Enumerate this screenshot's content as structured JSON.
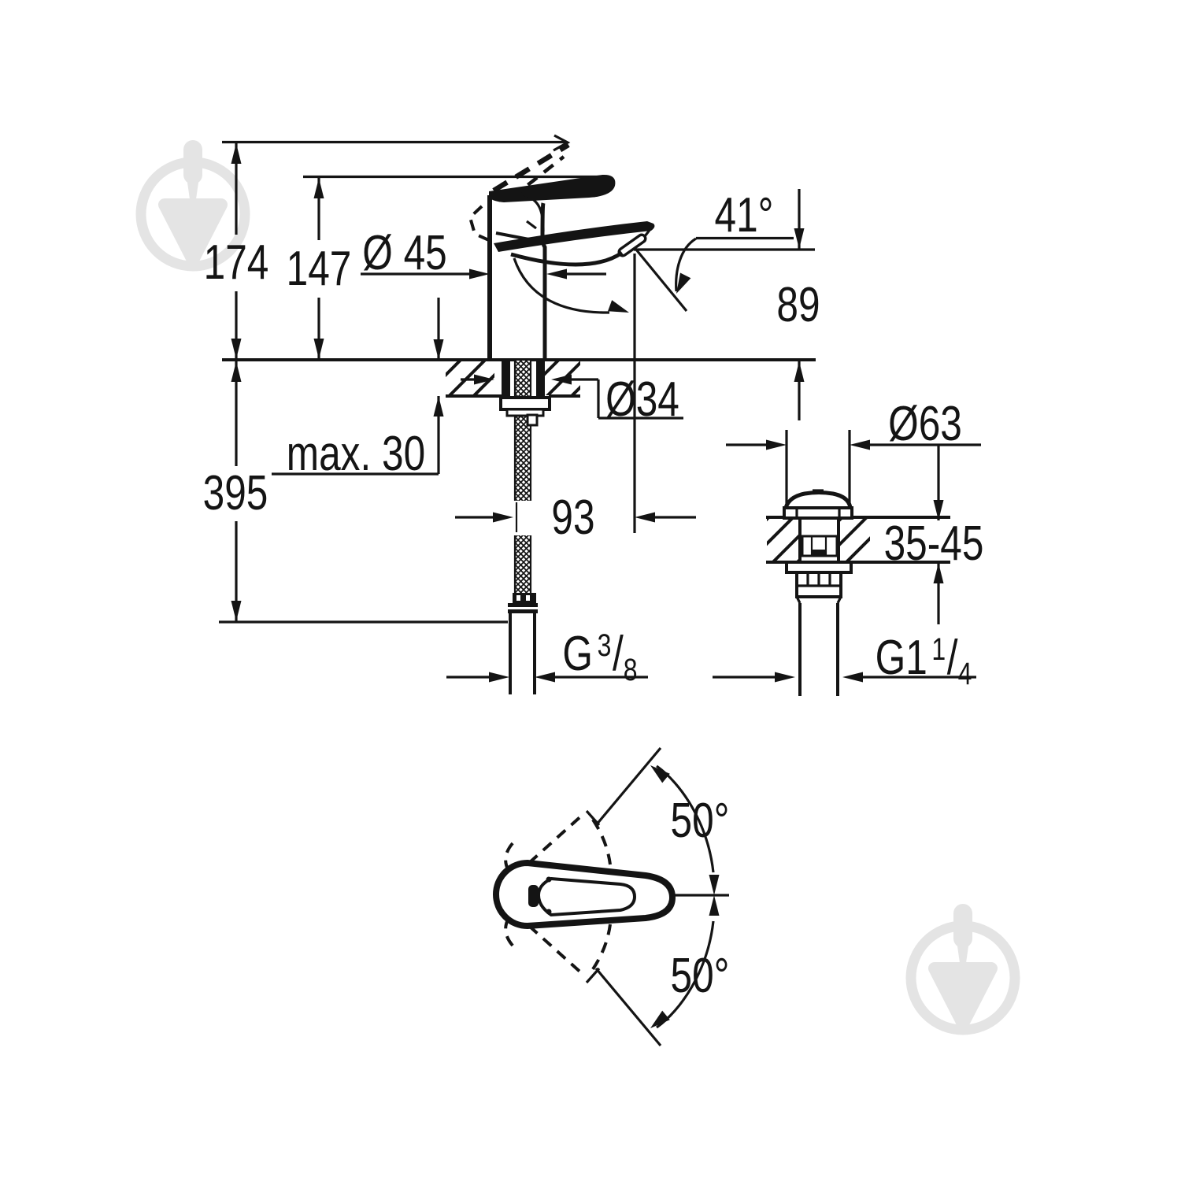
{
  "colors": {
    "line": "#141414",
    "background": "#ffffff",
    "watermark": "#e4e4e4"
  },
  "icons": {
    "watermark": "trowel-logo"
  },
  "labels": {
    "d174": "174",
    "d147": "147",
    "d45": "Ø 45",
    "d41": "41°",
    "d89": "89",
    "dmax30": "max. 30",
    "d395": "395",
    "d34": "Ø34",
    "d93": "93",
    "d63": "Ø63",
    "d3545": "35-45",
    "g38": {
      "main": "G",
      "sup": "3",
      "slash": "/",
      "sub": "8"
    },
    "g114": {
      "main": "G1",
      "sup": "1",
      "slash": "/",
      "sub": "4"
    },
    "d50_upper": "50°",
    "d50_lower": "50°"
  }
}
